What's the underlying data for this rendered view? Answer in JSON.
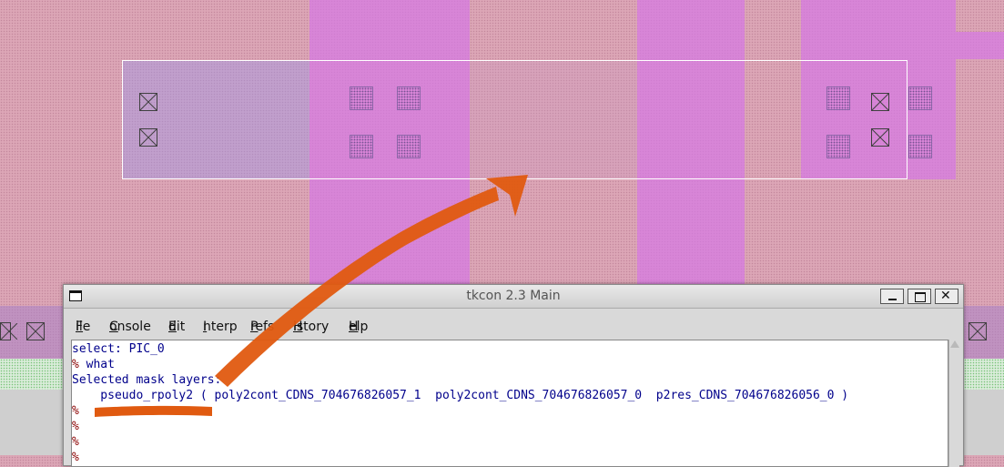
{
  "layout_view": {
    "colors": {
      "background": "#dca6b6",
      "metal": "#d578e6",
      "diffusion": "#a096e6",
      "green_layer": "#d9ecd9",
      "selection_box": "#ffffff",
      "annotation_arrow": "#e05a10"
    },
    "icons": [
      "contact-cross-icon",
      "via-icon"
    ]
  },
  "window": {
    "title": "tkcon 2.3 Main",
    "buttons": [
      "minimize",
      "maximize",
      "close"
    ]
  },
  "menubar": {
    "items": [
      {
        "label": "File",
        "underline": "F"
      },
      {
        "label": "Console",
        "underline": "C"
      },
      {
        "label": "Edit",
        "underline": "E"
      },
      {
        "label": "Interp",
        "underline": "I"
      },
      {
        "label": "Prefs",
        "underline": "P"
      },
      {
        "label": "History",
        "underline": "H"
      },
      {
        "label": "Help",
        "underline": "H"
      }
    ]
  },
  "console": {
    "lines": [
      {
        "prompt": "",
        "text": "select: PIC_0"
      },
      {
        "prompt": "%",
        "text": " what"
      },
      {
        "prompt": "",
        "text": "Selected mask layers:"
      },
      {
        "prompt": "",
        "text": "    pseudo_rpoly2 ( poly2cont_CDNS_704676826057_1  poly2cont_CDNS_704676826057_0  p2res_CDNS_704676826056_0 )"
      },
      {
        "prompt": "%",
        "text": ""
      },
      {
        "prompt": "%",
        "text": ""
      },
      {
        "prompt": "%",
        "text": ""
      },
      {
        "prompt": "%",
        "text": ""
      }
    ]
  }
}
